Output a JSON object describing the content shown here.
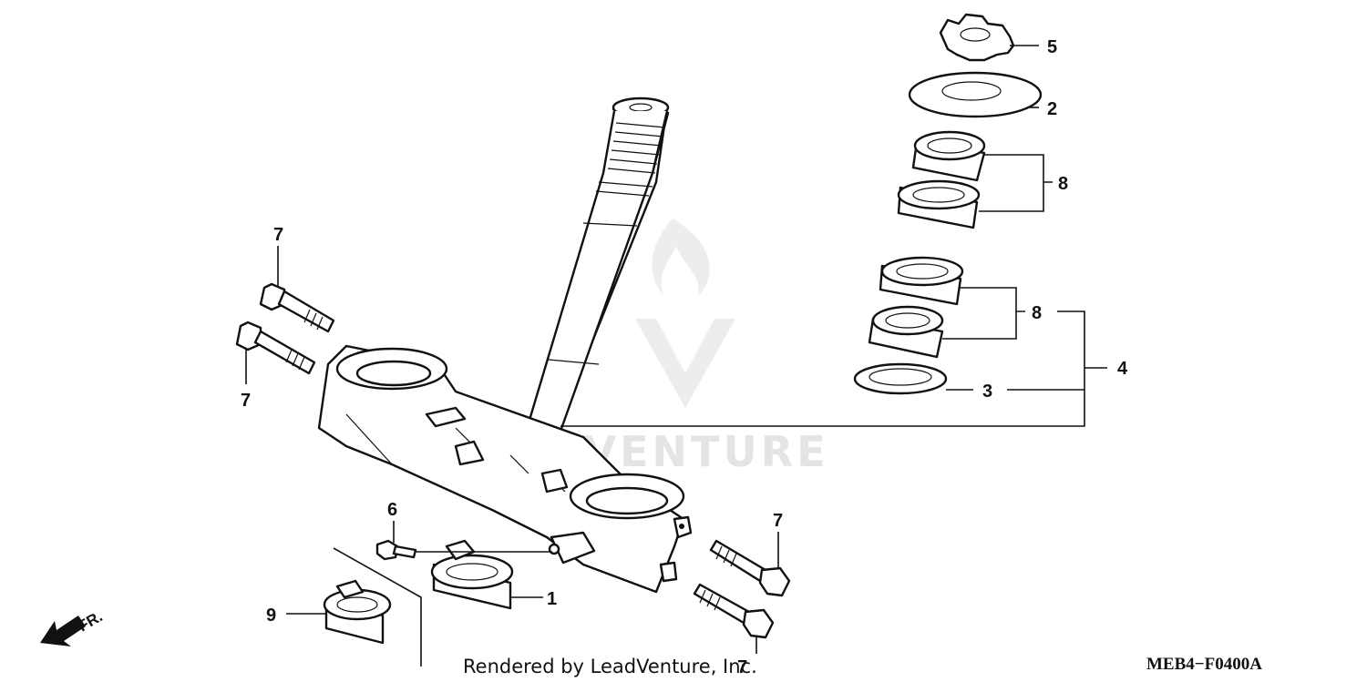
{
  "diagram": {
    "callouts": {
      "c1": "1",
      "c2": "2",
      "c3": "3",
      "c4": "4",
      "c5": "5",
      "c6": "6",
      "c7a": "7",
      "c7b": "7",
      "c7c": "7",
      "c7d": "7",
      "c8a": "8",
      "c8b": "8",
      "c9": "9"
    },
    "direction_label": "FR.",
    "credit": "Rendered by LeadVenture, Inc.",
    "diagram_code": "MEB4−F0400A",
    "watermark": "LEADVENTURE"
  }
}
